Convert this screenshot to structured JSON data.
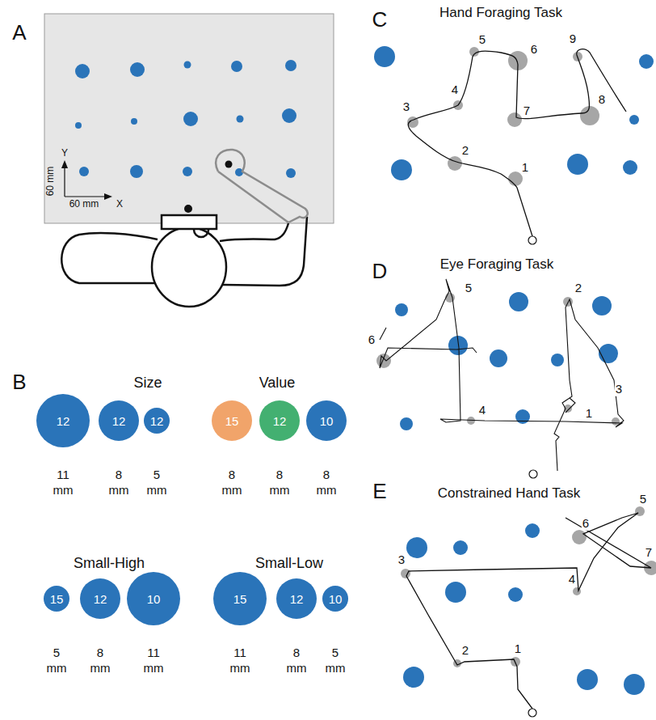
{
  "diagram": {
    "nodes": [
      {
        "text": [
          "12",
          "11 mm"
        ]
      },
      {
        "text": [
          "12",
          "8 mm"
        ]
      },
      {
        "text": [
          "12",
          "5 mm"
        ]
      },
      {
        "text": [
          "15",
          "8 mm"
        ]
      },
      {
        "text": [
          "12",
          "8 mm"
        ]
      },
      {
        "text": [
          "10",
          "8 mm"
        ]
      },
      {
        "text": [
          "15",
          "5 mm"
        ]
      },
      {
        "text": [
          "12",
          "8 mm"
        ]
      },
      {
        "text": [
          "10",
          "11 mm"
        ]
      },
      {
        "text": [
          "15",
          "11 mm"
        ]
      },
      {
        "text": [
          "12",
          "8 mm"
        ]
      },
      {
        "text": [
          "10",
          "5 mm"
        ]
      }
    ],
    "labels": [
      "A",
      "B",
      "C",
      "D",
      "E",
      "Y",
      "60 mm",
      "60 mm",
      "X",
      "Size",
      "Value",
      "Small-High",
      "Small-Low",
      "Hand Foraging Task",
      "1",
      "2",
      "3",
      "4",
      "5",
      "6",
      "7",
      "8",
      "9",
      "Eye Foraging Task",
      "5",
      "2",
      "6",
      "4",
      "1",
      "3",
      "Constrained Hand Task",
      "6",
      "5",
      "7",
      "3",
      "4",
      "2",
      "1"
    ]
  }
}
